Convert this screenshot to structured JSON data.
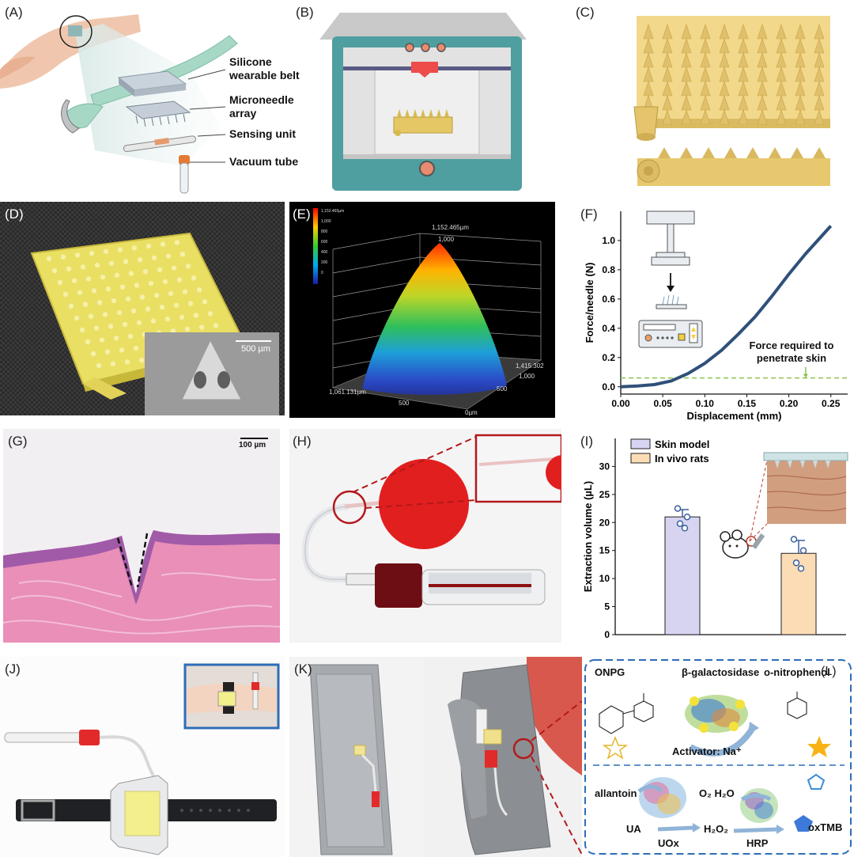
{
  "panels": {
    "A": {
      "label": "(A)",
      "callouts": [
        "Silicone wearable belt",
        "Microneedle array",
        "Sensing unit",
        "Vacuum tube"
      ],
      "callout_lines": [
        [
          "Silicone",
          "wearable belt"
        ],
        [
          "Microneedle",
          "array"
        ],
        [
          "Sensing unit"
        ],
        [
          "Vacuum tube"
        ]
      ]
    },
    "B": {
      "label": "(B)"
    },
    "C": {
      "label": "(C)"
    },
    "D": {
      "label": "(D)",
      "scale_bar": "500 µm"
    },
    "E": {
      "label": "(E)",
      "colorbar_ticks": [
        "1,152.465µm",
        "1,000",
        "800",
        "600",
        "400",
        "200",
        "0"
      ],
      "axis_labels": [
        "1,152.465µm",
        "1,000",
        "1,415.302",
        "1,000",
        "500",
        "1,061.131µm",
        "500",
        "0µm"
      ]
    },
    "F": {
      "label": "(F)",
      "annotation": [
        "Force required to",
        "penetrate skin"
      ]
    },
    "G": {
      "label": "(G)",
      "scale_bar": "100 µm"
    },
    "H": {
      "label": "(H)"
    },
    "I": {
      "label": "(I)"
    },
    "J": {
      "label": "(J)"
    },
    "K": {
      "label": "(K)"
    },
    "L": {
      "label": "(L)",
      "top": {
        "substrate": "ONPG",
        "enzyme": "β-galactosidase",
        "product": "o-nitrophenol",
        "activator": "Activator: Na⁺"
      },
      "bottom": {
        "allantoin": "allantoin",
        "o2h2o": "O₂ H₂O",
        "ua": "UA",
        "h2o2": "H₂O₂",
        "uox": "UOx",
        "hrp": "HRP",
        "oxtmb": "oxTMB"
      }
    }
  },
  "chart_data": [
    {
      "type": "line",
      "panel": "F",
      "xlabel": "Displacement (mm)",
      "ylabel": "Force/needle (N)",
      "xlim": [
        0,
        0.27
      ],
      "ylim": [
        -0.05,
        1.2
      ],
      "xticks": [
        "0.00",
        "0.05",
        "0.10",
        "0.15",
        "0.20",
        "0.25"
      ],
      "yticks": [
        "0.0",
        "0.2",
        "0.4",
        "0.6",
        "0.8",
        "1.0"
      ],
      "series": [
        {
          "x": [
            0,
            0.02,
            0.04,
            0.06,
            0.08,
            0.1,
            0.12,
            0.14,
            0.16,
            0.18,
            0.2,
            0.22,
            0.25
          ],
          "y": [
            0,
            0.005,
            0.015,
            0.04,
            0.09,
            0.16,
            0.25,
            0.36,
            0.48,
            0.62,
            0.77,
            0.91,
            1.1
          ]
        }
      ],
      "threshold": 0.06,
      "line_color": "#2f5079",
      "threshold_color": "#8bc34a"
    },
    {
      "type": "bar",
      "panel": "I",
      "ylabel": "Extraction volume (µL)",
      "ylim": [
        0,
        35
      ],
      "yticks": [
        "0",
        "5",
        "10",
        "15",
        "20",
        "25",
        "30"
      ],
      "categories": [
        "Skin model",
        "In vivo rats"
      ],
      "values": [
        21,
        14.5
      ],
      "errors": [
        1.3,
        2.3
      ],
      "points": [
        [
          22.5,
          21.0,
          19.8,
          19.0
        ],
        [
          17.0,
          15.0,
          12.8,
          11.8
        ]
      ],
      "legend": [
        "Skin model",
        "In vivo rats"
      ],
      "legend_position": "top-left",
      "colors": [
        "#d6d4f1",
        "#fbdcb5"
      ]
    }
  ]
}
